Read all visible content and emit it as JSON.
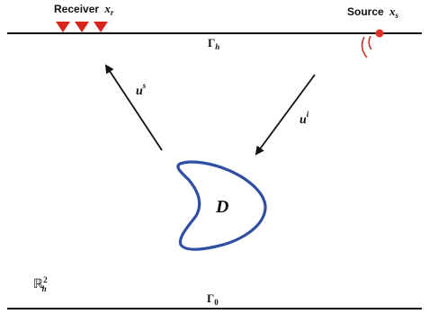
{
  "labels": {
    "receiver": "Receiver",
    "receiver_var": "x",
    "receiver_sub": "r",
    "source": "Source",
    "source_var": "x",
    "source_sub": "s",
    "gamma_h": "Γ",
    "gamma_h_sub": "h",
    "gamma_0": "Γ",
    "gamma_0_sub": "0",
    "scattered_wave": "u",
    "scattered_sup": "s",
    "incident_wave": "u",
    "incident_sup": "i",
    "obstacle": "D",
    "domain": "ℝ",
    "domain_sup": "2",
    "domain_sub": "h"
  },
  "colors": {
    "line": "#111111",
    "receiver_marker": "#d9261c",
    "source_marker": "#e0302a",
    "source_waves": "#c0392b",
    "obstacle_stroke": "#2f4fa3",
    "arrow": "#111111"
  },
  "receivers": {
    "count": 3
  }
}
